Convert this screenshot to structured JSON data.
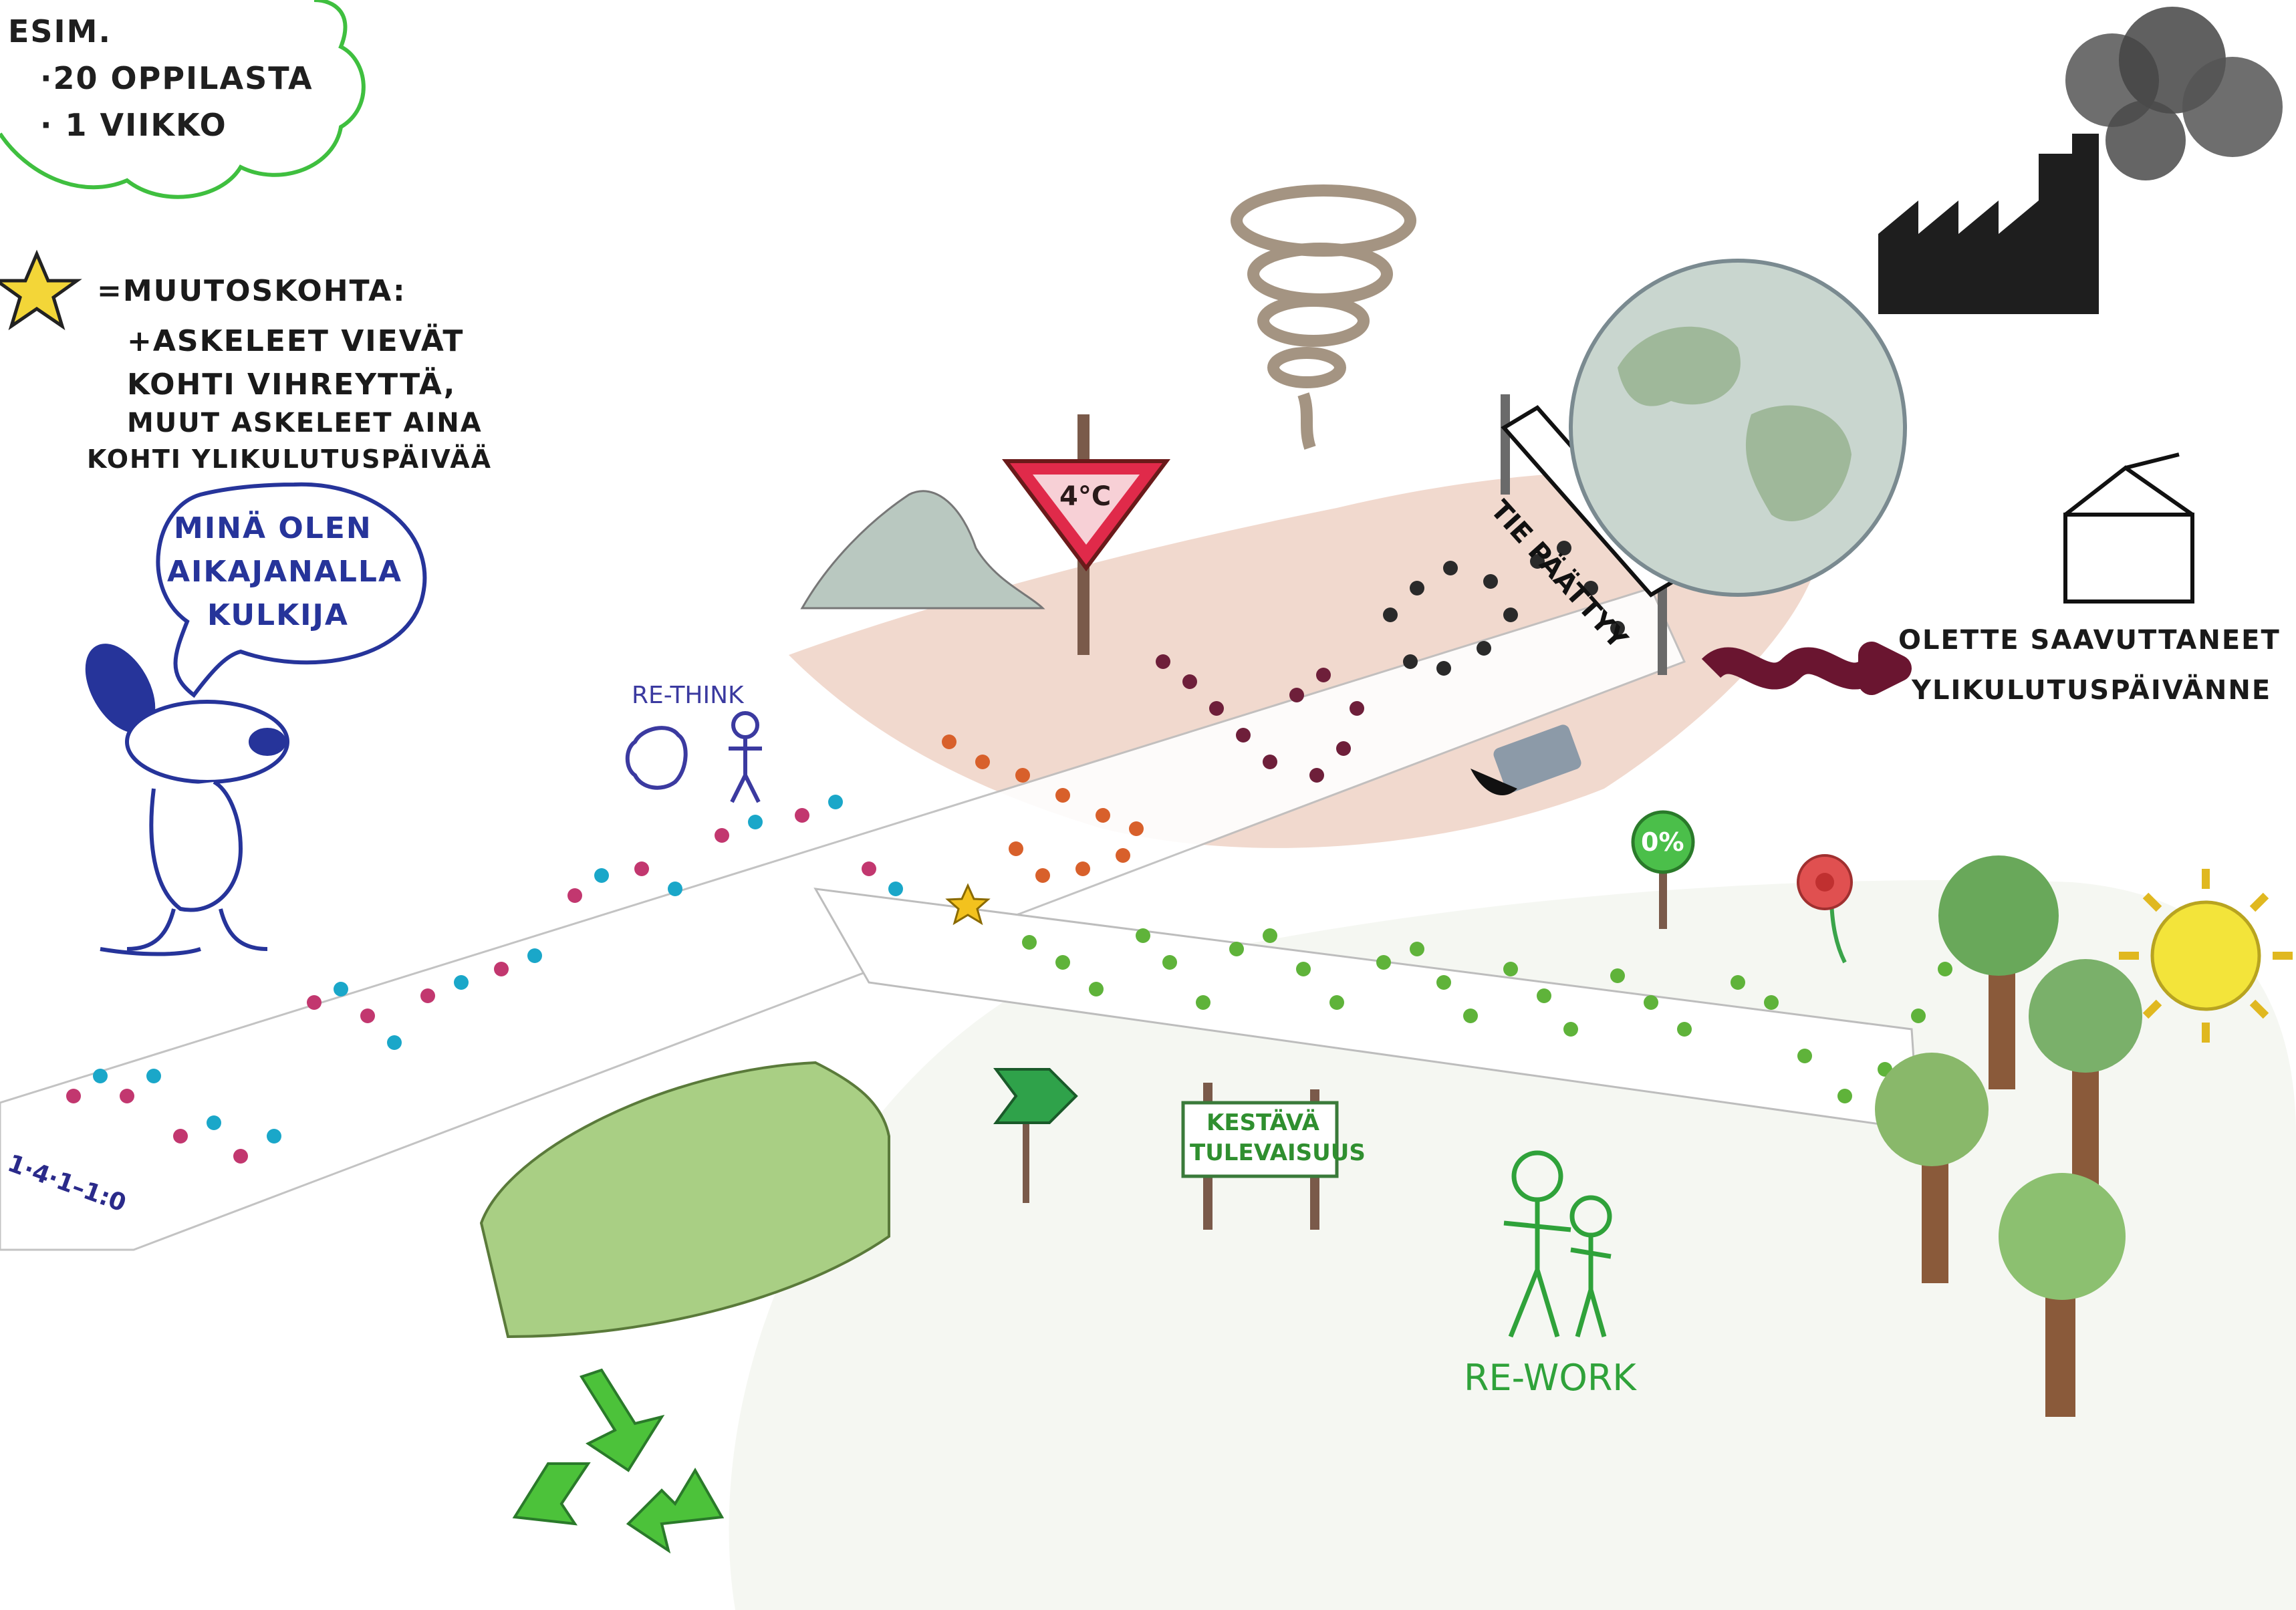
{
  "cloud_note": {
    "line1": "ESIM.",
    "line2": "·20 OPPILASTA",
    "line3": "· 1 VIIKKO"
  },
  "legend": {
    "line1": "=MUUTOSKOHTA:",
    "line2": "+ASKELEET VIEVÄT",
    "line3": "KOHTI VIHREYTTÄ,",
    "line4": "MUUT ASKELEET AINA",
    "line5": "KOHTI YLIKULUTUSPÄIVÄÄ"
  },
  "speech_bubble": {
    "line1": "MINÄ OLEN",
    "line2": "AIKAJANALLA",
    "line3": "KULKIJA"
  },
  "yield_sign": {
    "label": "4°C"
  },
  "road_end_sign": {
    "label": "TIE PÄÄTTYY"
  },
  "overshoot_note": {
    "line1": "OLETTE SAAVUTTANEET",
    "line2": "YLIKULUTUSPÄIVÄNNE"
  },
  "rethink_label": "RE-THINK",
  "rework_label": "RE-WORK",
  "zero_percent_sign": "0%",
  "future_sign": {
    "line1": "KESTÄVÄ",
    "line2": "TULEVAISUUS"
  },
  "start_label": "1·4·1–1:0",
  "colors": {
    "cloud_outline": "#3fbf3f",
    "bubble_ink": "#26349a",
    "dot_pink": "#c2376f",
    "dot_blue": "#1aa7c9",
    "dot_orange": "#d8602b",
    "dot_maroon": "#6e1f3a",
    "dot_dark": "#2a2a2a",
    "dot_green": "#5fb33a",
    "arrow_maroon": "#6a1530",
    "recycle_green": "#4cc23a",
    "factory": "#1e1e1e",
    "sign_red": "#e02a4a",
    "sun_yellow": "#f3e43a"
  }
}
